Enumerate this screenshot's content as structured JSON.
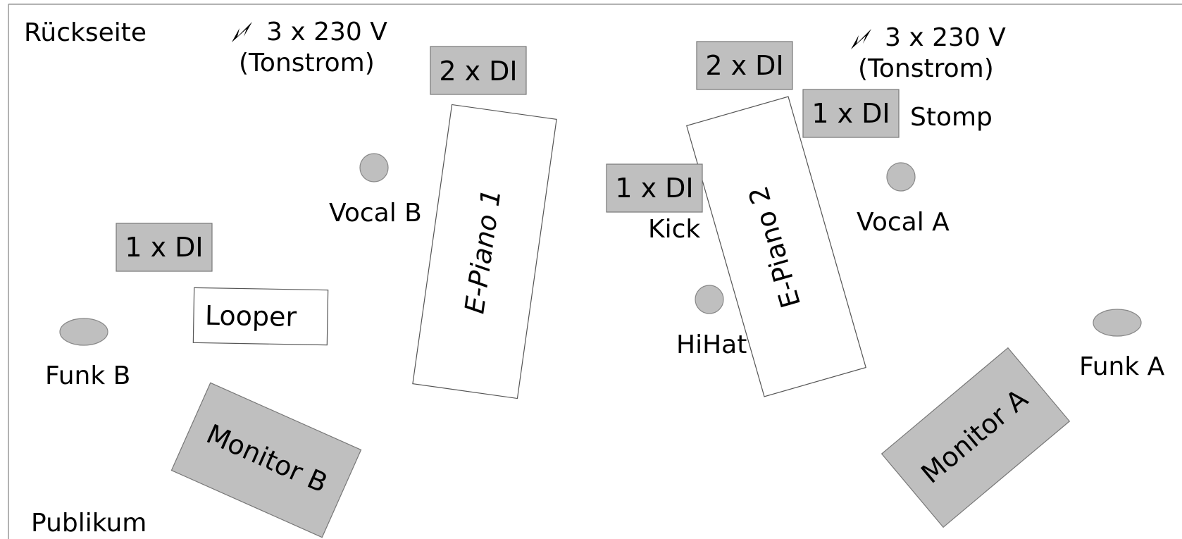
{
  "diagram": {
    "labels": {
      "back": "Rückseite",
      "audience": "Publikum",
      "power_left": "3 x 230 V",
      "power_left_sub": "(Tonstrom)",
      "power_right": "3 x 230 V",
      "power_right_sub": "(Tonstrom)",
      "vocal_b": "Vocal B",
      "vocal_a": "Vocal A",
      "kick": "Kick",
      "hihat": "HiHat",
      "stomp": "Stomp",
      "funk_b": "Funk B",
      "funk_a": "Funk A"
    },
    "boxes": {
      "di_2x_left": "2 x DI",
      "di_2x_right": "2 x DI",
      "di_1x_stomp": "1 x DI",
      "di_1x_kick": "1 x DI",
      "di_1x_left": "1 x DI",
      "looper": "Looper",
      "epiano1": "E-Piano 1",
      "epiano2": "E-Piano 2",
      "monitor_b": "Monitor B",
      "monitor_a": "Monitor A"
    },
    "icons": {
      "power": "lightning-icon",
      "mic": "circle",
      "funk": "ellipse"
    },
    "colors": {
      "box_gray": "#bfbfbf",
      "box_white": "#ffffff",
      "outline": "#555555"
    }
  }
}
